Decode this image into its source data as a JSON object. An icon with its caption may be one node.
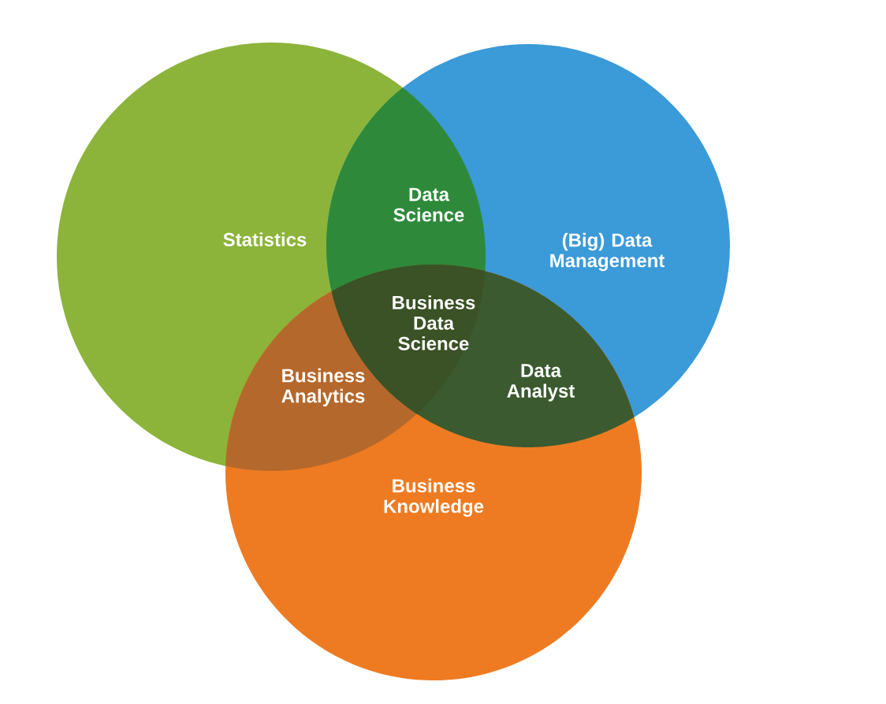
{
  "diagram": {
    "nodes": [
      {
        "text": [
          "Statistics"
        ]
      },
      {
        "text": [
          "(Big) Data Management"
        ]
      },
      {
        "text": [
          "Business Knowledge"
        ]
      },
      {
        "text": [
          "Data Science"
        ]
      },
      {
        "text": [
          "Business Analytics"
        ]
      },
      {
        "text": [
          "Data Analyst"
        ]
      },
      {
        "text": [
          "Business Data Science"
        ]
      }
    ]
  }
}
